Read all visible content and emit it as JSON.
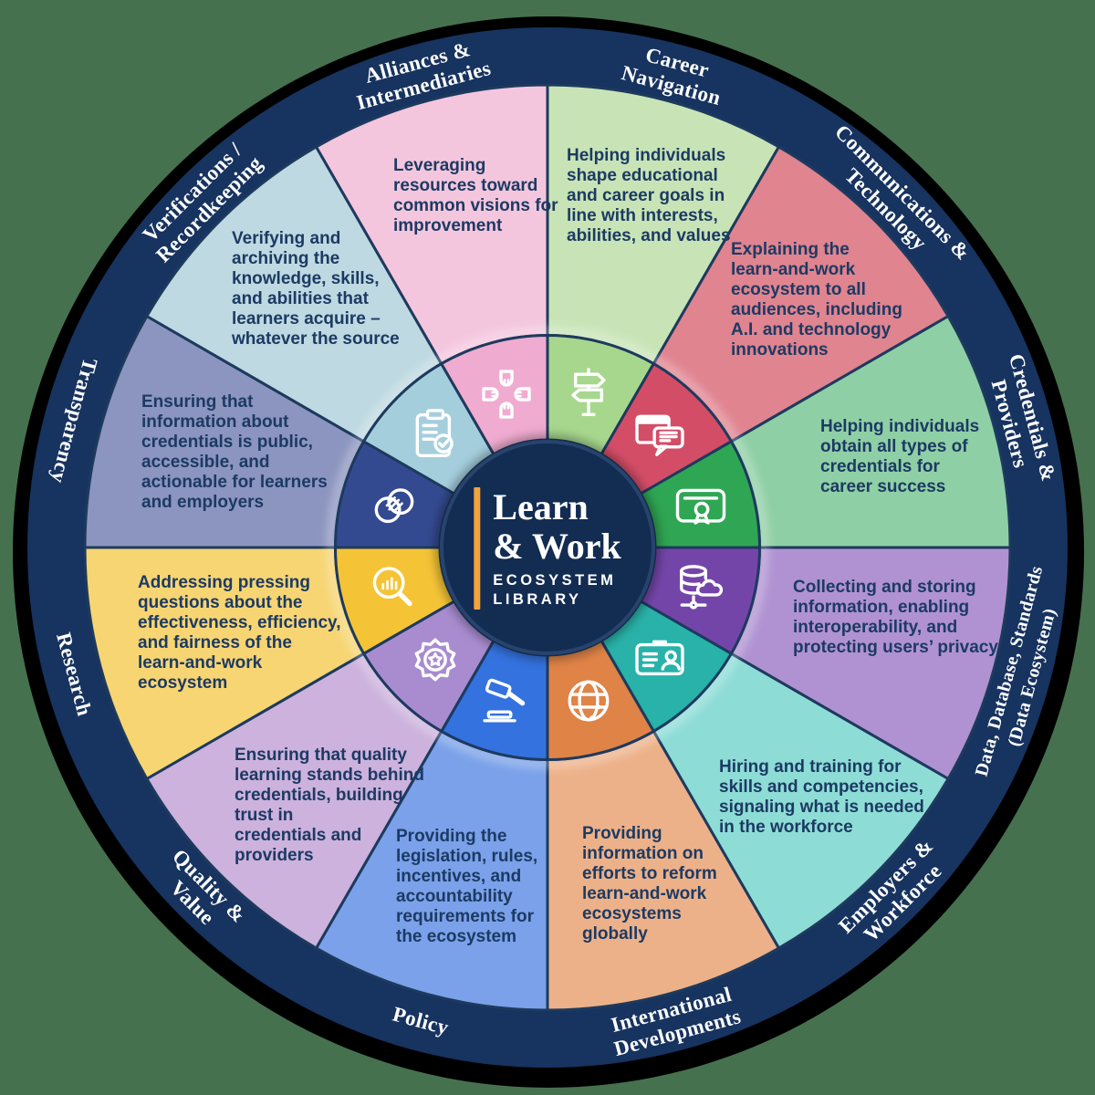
{
  "background_color": "#46714F",
  "wheel": {
    "ring_color": "#17335F",
    "shadow_color": "#000000",
    "divider_color": "#1D3A5E",
    "label_color": "#FFFFFF",
    "text_color": "#1C3A63"
  },
  "center": {
    "title_line1": "Learn",
    "title_line2": "& Work",
    "subtitle_line1": "ECOSYSTEM",
    "subtitle_line2": "LIBRARY",
    "accent_color": "#F2A33C",
    "circle_color": "#132C52"
  },
  "categories": [
    {
      "id": "career-navigation",
      "label": "Career Navigation",
      "label_lines": [
        "Career",
        "Navigation"
      ],
      "description": "Helping individuals\nshape educational\nand career goals in\nline with interests,\nabilities, and values",
      "icon": "signpost-icon",
      "outer_color": "#C8E4B6",
      "inner_color": "#A7D78D"
    },
    {
      "id": "communications-technology",
      "label": "Communications & Technology",
      "label_lines": [
        "Communications &",
        "Technology"
      ],
      "description": "Explaining the\nlearn-and-work\necosystem to all\naudiences, including\nA.I. and technology\ninnovations",
      "icon": "chat-window-icon",
      "outer_color": "#E08490",
      "inner_color": "#D44D67"
    },
    {
      "id": "credentials-providers",
      "label": "Credentials & Providers",
      "label_lines": [
        "Credentials &",
        "Providers"
      ],
      "description": "Helping individuals\nobtain all types of\ncredentials for\ncareer success",
      "icon": "certificate-icon",
      "outer_color": "#8FCFA5",
      "inner_color": "#2FA653"
    },
    {
      "id": "data-database-standards",
      "label": "Data, Database, Standards (Data Ecosystem)",
      "label_lines": [
        "Data, Database, Standards",
        "(Data Ecosystem)"
      ],
      "description": "Collecting and storing\ninformation, enabling\ninteroperability, and\nprotecting users’ privacy",
      "icon": "database-cloud-icon",
      "outer_color": "#B092D2",
      "inner_color": "#7445A9"
    },
    {
      "id": "employers-workforce",
      "label": "Employers & Workforce",
      "label_lines": [
        "Employers &",
        "Workforce"
      ],
      "description": "Hiring and training for\nskills and competencies,\nsignaling what is needed\nin the workforce",
      "icon": "id-card-icon",
      "outer_color": "#8EDCD6",
      "inner_color": "#28B2A9"
    },
    {
      "id": "international-developments",
      "label": "International Developments",
      "label_lines": [
        "International",
        "Developments"
      ],
      "description": "Providing\ninformation on\nefforts to reform\nlearn-and-work\necosystems\nglobally",
      "icon": "globe-icon",
      "outer_color": "#EDB189",
      "inner_color": "#E08347"
    },
    {
      "id": "policy",
      "label": "Policy",
      "label_lines": [
        "Policy"
      ],
      "description": "Providing the\nlegislation, rules,\nincentives, and\naccountability\nrequirements for\nthe ecosystem",
      "icon": "gavel-icon",
      "outer_color": "#7AA1E9",
      "inner_color": "#3372DF"
    },
    {
      "id": "quality-value",
      "label": "Quality & Value",
      "label_lines": [
        "Quality &",
        "Value"
      ],
      "description": "Ensuring that quality\nlearning stands behind\ncredentials, building\ntrust in\ncredentials and\nproviders",
      "icon": "badge-star-icon",
      "outer_color": "#CCB2DD",
      "inner_color": "#A88CCF"
    },
    {
      "id": "research",
      "label": "Research",
      "label_lines": [
        "Research"
      ],
      "description": "Addressing pressing\nquestions about the\neffectiveness, efficiency,\nand fairness of the\nlearn-and-work\necosystem",
      "icon": "magnifier-chart-icon",
      "outer_color": "#F7D573",
      "inner_color": "#F5C436"
    },
    {
      "id": "transparency",
      "label": "Transparency",
      "label_lines": [
        "Transparency"
      ],
      "description": "Ensuring that\ninformation about\ncredentials is public,\naccessible, and\nactionable for learners\nand employers",
      "icon": "venn-diagram-icon",
      "outer_color": "#8C95BF",
      "inner_color": "#344A90"
    },
    {
      "id": "verifications-recordkeeping",
      "label": "Verifications / Recordkeeping",
      "label_lines": [
        "Verifications /",
        "Recordkeeping"
      ],
      "description": "Verifying and\narchiving the\nknowledge, skills,\nand abilities that\nlearners acquire –\nwhatever the source",
      "icon": "clipboard-check-icon",
      "outer_color": "#BED9E1",
      "inner_color": "#A5CEDD"
    },
    {
      "id": "alliances-intermediaries",
      "label": "Alliances & Intermediaries",
      "label_lines": [
        "Alliances &",
        "Intermediaries"
      ],
      "description": "Leveraging\nresources toward\ncommon visions for\nimprovement",
      "icon": "joined-hands-icon",
      "outer_color": "#F4C6DD",
      "inner_color": "#F0ABD0"
    }
  ]
}
